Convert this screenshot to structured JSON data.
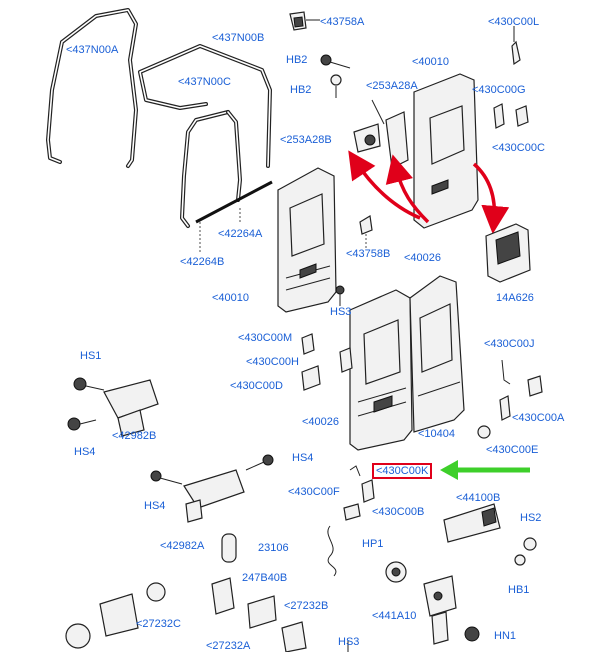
{
  "highlight_color": "#e0001a",
  "arrow_red": "#e0001a",
  "arrow_green": "#3ecf2a",
  "label_color": "#1a5fd6",
  "labels": {
    "l437n00a": "<437N00A",
    "l437n00b": "<437N00B",
    "l437n00c": "<437N00C",
    "l43758a": "<43758A",
    "l430c00l": "<430C00L",
    "hb2": "HB2",
    "l40010a": "<40010",
    "l253a28a": "<253A28A",
    "hb2b": "HB2",
    "l430c00g": "<430C00G",
    "l253a28b": "<253A28B",
    "l430c00c": "<430C00C",
    "l42264a": "<42264A",
    "l42264b": "<42264B",
    "l43758b": "<43758B",
    "l40026a": "<40026",
    "l14a626": "14A626",
    "l40010b": "<40010",
    "hs3a": "HS3",
    "l430c00m": "<430C00M",
    "l430c00j": "<430C00J",
    "hs1": "HS1",
    "l430c00h": "<430C00H",
    "l430c00d": "<430C00D",
    "l430c00a": "<430C00A",
    "l42982b": "<42982B",
    "l40026b": "<40026",
    "l10404": "<10404",
    "hs4a": "HS4",
    "l430c00e": "<430C00E",
    "hs4b": "HS4",
    "l430c00k": "<430C00K",
    "l430c00f": "<430C00F",
    "l44100b": "<44100B",
    "hs4c": "HS4",
    "l430c00b": "<430C00B",
    "hs2": "HS2",
    "l42982a": "<42982A",
    "l23106": "23106",
    "hp1": "HP1",
    "hb1": "HB1",
    "l247b40b": "247B40B",
    "l441a10": "<441A10",
    "l27232c": "<27232C",
    "l27232b": "<27232B",
    "hn1": "HN1",
    "l27232a": "<27232A",
    "hs3b": "HS3"
  }
}
